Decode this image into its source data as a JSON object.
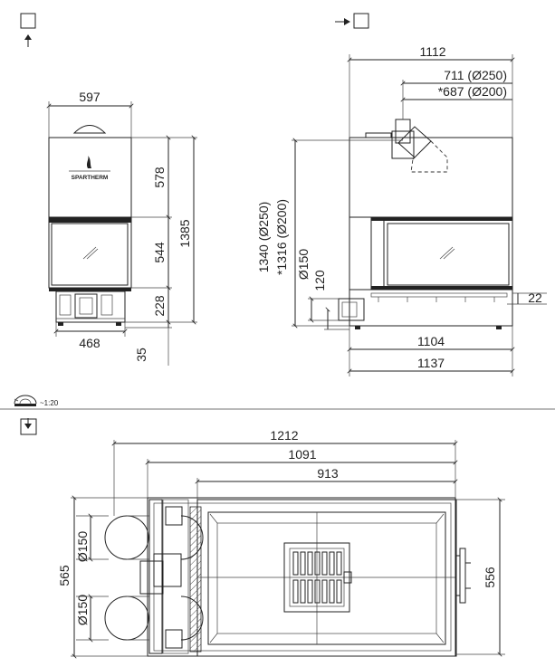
{
  "front_view": {
    "width_top": "597",
    "width_bottom": "468",
    "height_total": "1385",
    "height_body": "578",
    "height_glass": "544",
    "height_base": "228",
    "foot": "35",
    "brand": "SPARTHERM"
  },
  "side_view": {
    "depth_total": "1112",
    "flue_250": "711 (Ø250)",
    "flue_200": "*687 (Ø200)",
    "height_250": "1340 (Ø250)",
    "height_200": "*1316 (Ø200)",
    "inlet_diameter": "Ø150",
    "inlet_height": "120",
    "side_offset": "22",
    "depth_body": "1104",
    "depth_base": "1137"
  },
  "scale": {
    "label": "~1:20"
  },
  "plan_view": {
    "width_total": "1212",
    "width_mid": "1091",
    "width_inner": "913",
    "depth_total": "565",
    "depth_inner": "556",
    "inlet_upper": "Ø150",
    "inlet_lower": "Ø150"
  },
  "colors": {
    "line": "#222222",
    "background": "#ffffff"
  },
  "icons": [
    "view-from-front-icon",
    "view-from-side-icon",
    "view-from-top-icon",
    "scale-icon"
  ]
}
